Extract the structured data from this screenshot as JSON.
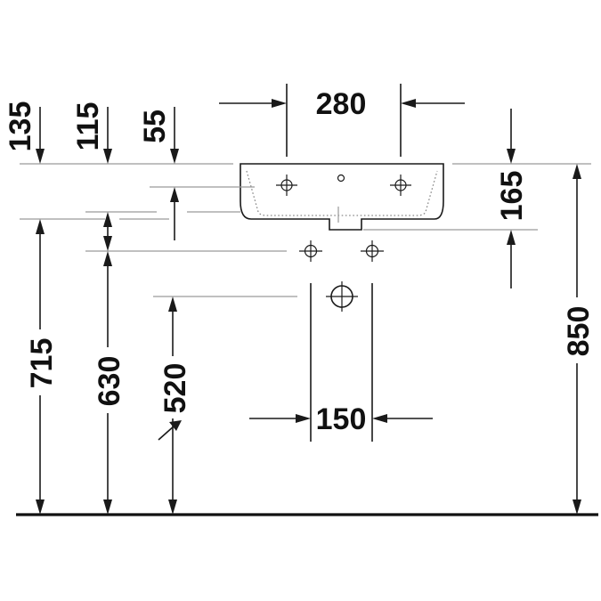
{
  "drawing": {
    "dimensions": {
      "d135": "135",
      "d115": "115",
      "d55": "55",
      "d280": "280",
      "d165": "165",
      "d715": "715",
      "d630": "630",
      "d520": "520",
      "d150": "150",
      "d850": "850"
    }
  }
}
